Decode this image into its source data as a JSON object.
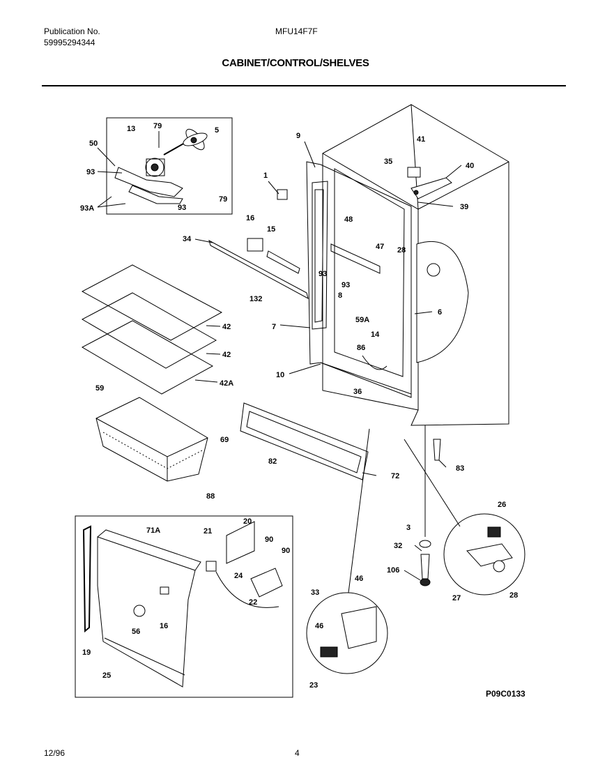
{
  "header": {
    "publication_label": "Publication No.",
    "publication_number": "59995294344",
    "model": "MFU14F7F",
    "title": "CABINET/CONTROL/SHELVES"
  },
  "footer": {
    "date": "12/96",
    "page": "4",
    "figure_code": "P09C0133"
  },
  "callouts": [
    "13",
    "79",
    "5",
    "50",
    "93",
    "93A",
    "93",
    "79",
    "9",
    "41",
    "35",
    "40",
    "39",
    "1",
    "16",
    "15",
    "48",
    "34",
    "47",
    "28",
    "93",
    "93",
    "8",
    "132",
    "6",
    "42",
    "59A",
    "7",
    "14",
    "42",
    "10",
    "86",
    "42A",
    "36",
    "59",
    "69",
    "82",
    "72",
    "83",
    "88",
    "26",
    "3",
    "32",
    "106",
    "27",
    "28",
    "71A",
    "21",
    "20",
    "90",
    "90",
    "24",
    "22",
    "16",
    "56",
    "46",
    "33",
    "46",
    "23",
    "19",
    "25"
  ]
}
